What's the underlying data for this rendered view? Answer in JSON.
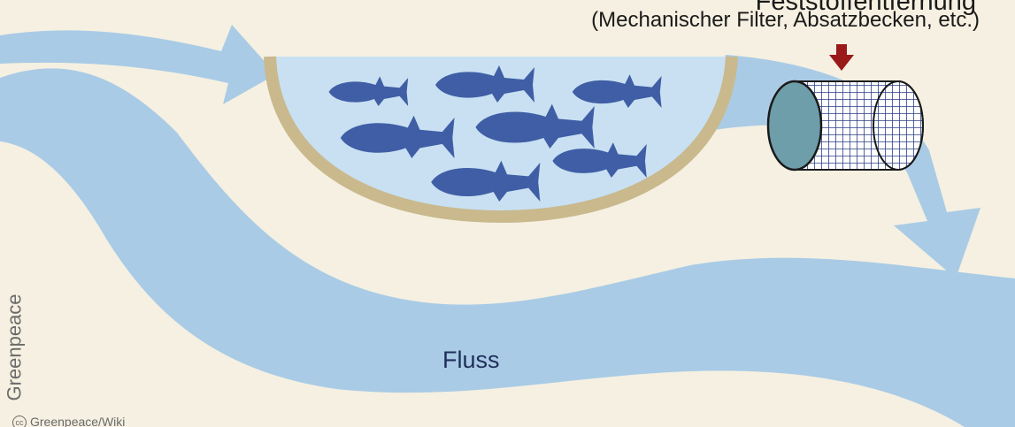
{
  "labels": {
    "title_partial": "Feststoffentfernung",
    "subtitle": "(Mechanischer Filter,  Absatzbecken, etc.)",
    "river": "Fluss",
    "side_credit": "Greenpeace",
    "bottom_credit": "Greenpeace/Wiki"
  },
  "icons": {
    "filter": "cylindrical-mesh-filter-icon",
    "arrow": "red-down-arrow-icon",
    "fish": "fish-icon",
    "cc": "creative-commons-icon"
  },
  "colors": {
    "background": "#f5f0e1",
    "water": "#a9cbe6",
    "pond_fill": "#c8e0f2",
    "pond_rim": "#c9b98d",
    "fish": "#3f5ea5",
    "arrow": "#9a1a1a",
    "filter_face": "#6d9eaa",
    "filter_mesh": "#2b3f86"
  }
}
